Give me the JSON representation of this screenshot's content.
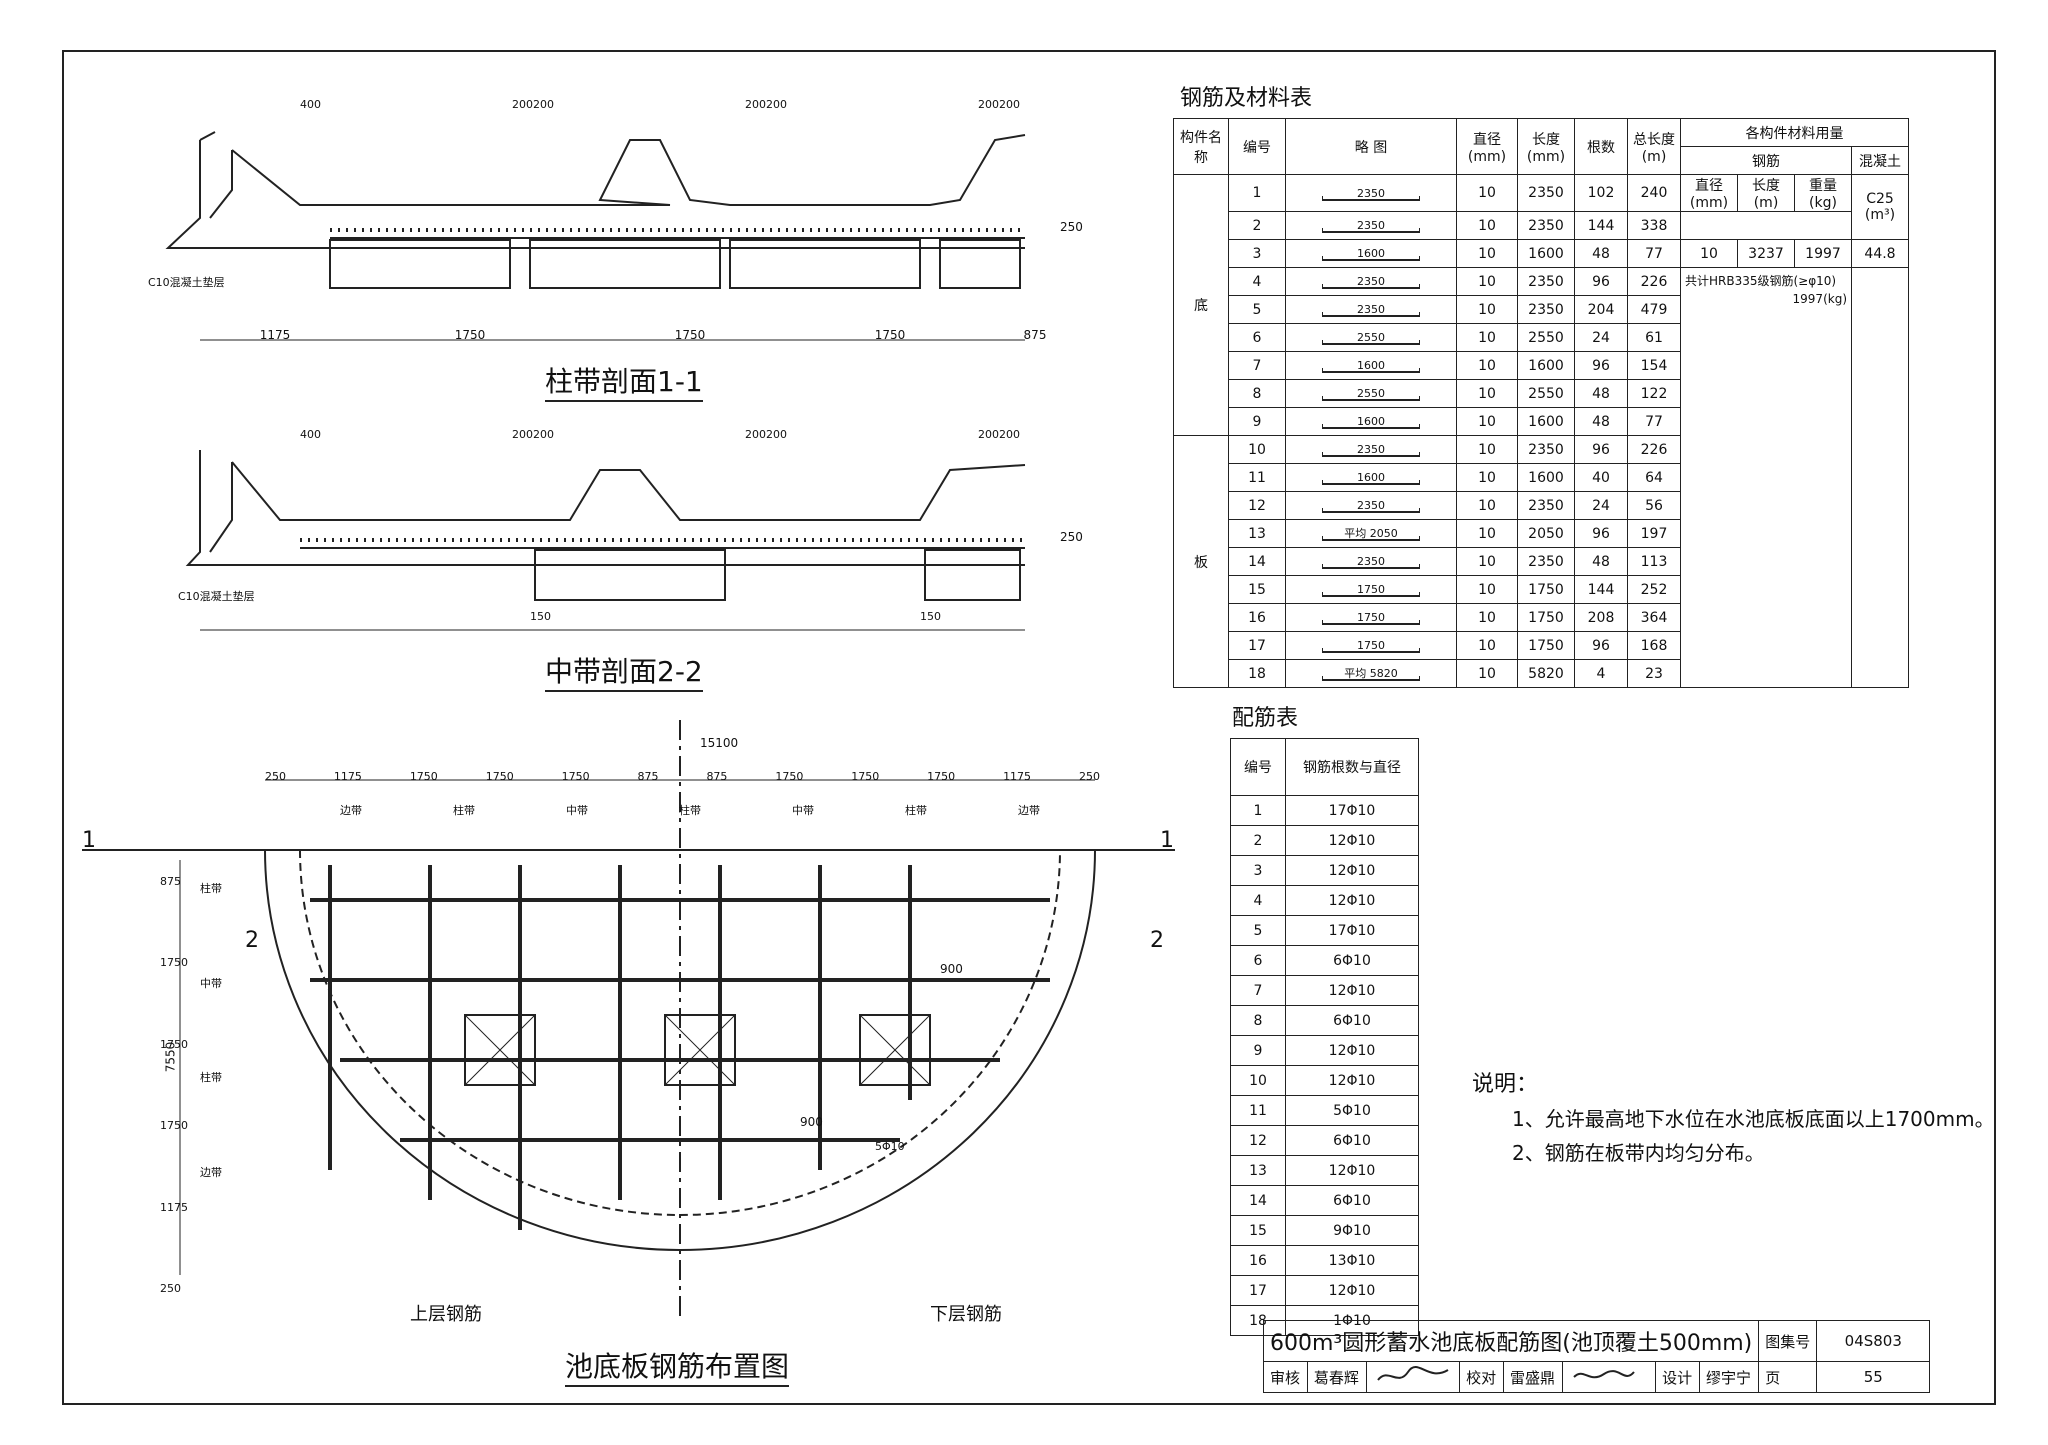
{
  "material_table": {
    "title": "钢筋及材料表",
    "headers": {
      "component": "构件名称",
      "no": "编号",
      "sketch": "略 图",
      "dia": "直径 (mm)",
      "len": "长度 (mm)",
      "count": "根数",
      "total": "总长度 (m)",
      "usage": "各构件材料用量",
      "steel": "钢筋",
      "concrete": "混凝土",
      "u_dia": "直径 (mm)",
      "u_len": "长度 (m)",
      "u_wt": "重量 (kg)",
      "u_c25": "C25 (m³)"
    },
    "component_name_1": "底",
    "component_name_2": "板",
    "usage_values": {
      "dia": "10",
      "len": "3237",
      "wt": "1997",
      "c25": "44.8"
    },
    "note_total": "共计HRB335级钢筋(≥φ10)",
    "note_weight": "1997(kg)",
    "rows": [
      {
        "no": "1",
        "shape": "2350",
        "dia": "10",
        "len": "2350",
        "count": "102",
        "total": "240"
      },
      {
        "no": "2",
        "shape": "2350",
        "dia": "10",
        "len": "2350",
        "count": "144",
        "total": "338"
      },
      {
        "no": "3",
        "shape": "1600",
        "dia": "10",
        "len": "1600",
        "count": "48",
        "total": "77"
      },
      {
        "no": "4",
        "shape": "2350",
        "dia": "10",
        "len": "2350",
        "count": "96",
        "total": "226"
      },
      {
        "no": "5",
        "shape": "2350",
        "dia": "10",
        "len": "2350",
        "count": "204",
        "total": "479"
      },
      {
        "no": "6",
        "shape": "2550",
        "dia": "10",
        "len": "2550",
        "count": "24",
        "total": "61"
      },
      {
        "no": "7",
        "shape": "1600",
        "dia": "10",
        "len": "1600",
        "count": "96",
        "total": "154"
      },
      {
        "no": "8",
        "shape": "2550",
        "dia": "10",
        "len": "2550",
        "count": "48",
        "total": "122"
      },
      {
        "no": "9",
        "shape": "1600",
        "dia": "10",
        "len": "1600",
        "count": "48",
        "total": "77"
      },
      {
        "no": "10",
        "shape": "2350",
        "dia": "10",
        "len": "2350",
        "count": "96",
        "total": "226"
      },
      {
        "no": "11",
        "shape": "1600",
        "dia": "10",
        "len": "1600",
        "count": "40",
        "total": "64"
      },
      {
        "no": "12",
        "shape": "2350",
        "dia": "10",
        "len": "2350",
        "count": "24",
        "total": "56"
      },
      {
        "no": "13",
        "shape": "平均 2050",
        "dia": "10",
        "len": "2050",
        "count": "96",
        "total": "197"
      },
      {
        "no": "14",
        "shape": "2350",
        "dia": "10",
        "len": "2350",
        "count": "48",
        "total": "113"
      },
      {
        "no": "15",
        "shape": "1750",
        "dia": "10",
        "len": "1750",
        "count": "144",
        "total": "252"
      },
      {
        "no": "16",
        "shape": "1750",
        "dia": "10",
        "len": "1750",
        "count": "208",
        "total": "364"
      },
      {
        "no": "17",
        "shape": "1750",
        "dia": "10",
        "len": "1750",
        "count": "96",
        "total": "168"
      },
      {
        "no": "18",
        "shape": "平均 5820",
        "dia": "10",
        "len": "5820",
        "count": "4",
        "total": "23"
      }
    ]
  },
  "rebar_table": {
    "title": "配筋表",
    "h_no": "编号",
    "h_spec": "钢筋根数与直径",
    "rows": [
      {
        "no": "1",
        "spec": "17Φ10"
      },
      {
        "no": "2",
        "spec": "12Φ10"
      },
      {
        "no": "3",
        "spec": "12Φ10"
      },
      {
        "no": "4",
        "spec": "12Φ10"
      },
      {
        "no": "5",
        "spec": "17Φ10"
      },
      {
        "no": "6",
        "spec": "6Φ10"
      },
      {
        "no": "7",
        "spec": "12Φ10"
      },
      {
        "no": "8",
        "spec": "6Φ10"
      },
      {
        "no": "9",
        "spec": "12Φ10"
      },
      {
        "no": "10",
        "spec": "12Φ10"
      },
      {
        "no": "11",
        "spec": "5Φ10"
      },
      {
        "no": "12",
        "spec": "6Φ10"
      },
      {
        "no": "13",
        "spec": "12Φ10"
      },
      {
        "no": "14",
        "spec": "6Φ10"
      },
      {
        "no": "15",
        "spec": "9Φ10"
      },
      {
        "no": "16",
        "spec": "13Φ10"
      },
      {
        "no": "17",
        "spec": "12Φ10"
      },
      {
        "no": "18",
        "spec": "1Φ10"
      }
    ]
  },
  "notes": {
    "title": "说明：",
    "items": [
      "1、允许最高地下水位在水池底板底面以上1700mm。",
      "2、钢筋在板带内均匀分布。"
    ]
  },
  "drawing": {
    "section1_title": "柱带剖面1-1",
    "section2_title": "中带剖面2-2",
    "plan_title": "池底板钢筋布置图",
    "cushion_label": "C10混凝土垫层",
    "upper_label": "上层钢筋",
    "lower_label": "下层钢筋",
    "sec1_dims": [
      "1175",
      "1750",
      "1750",
      "1750",
      "875"
    ],
    "sec_small_dims": [
      "400",
      "200200",
      "200200",
      "200200"
    ],
    "sec_thickness": "250",
    "sec2_small": "150",
    "plan_overall": "15100",
    "plan_dims": [
      "250",
      "1175",
      "1750",
      "1750",
      "1750",
      "875",
      "875",
      "1750",
      "1750",
      "1750",
      "1175",
      "250"
    ],
    "band_labels": [
      "边带",
      "柱带",
      "中带",
      "柱带",
      "中带",
      "柱带",
      "边带"
    ],
    "plan_vdims": [
      "875",
      "1750",
      "1750",
      "1750",
      "1175",
      "250"
    ],
    "plan_vtotal": "7550",
    "vband_labels": [
      "柱带",
      "中带",
      "柱带",
      "边带"
    ],
    "plan_900a": "900",
    "plan_900b": "900",
    "plan_5phi": "5Φ10",
    "cut1": "1",
    "cut2": "2"
  },
  "title_block": {
    "title": "600m³圆形蓄水池底板配筋图(池顶覆土500mm)",
    "atlas_label": "图集号",
    "atlas_no": "04S803",
    "review_label": "审核",
    "reviewer": "葛春辉",
    "check_label": "校对",
    "checker": "雷盛鼎",
    "design_label": "设计",
    "designer": "缪宇宁",
    "page_label": "页",
    "page_no": "55"
  }
}
